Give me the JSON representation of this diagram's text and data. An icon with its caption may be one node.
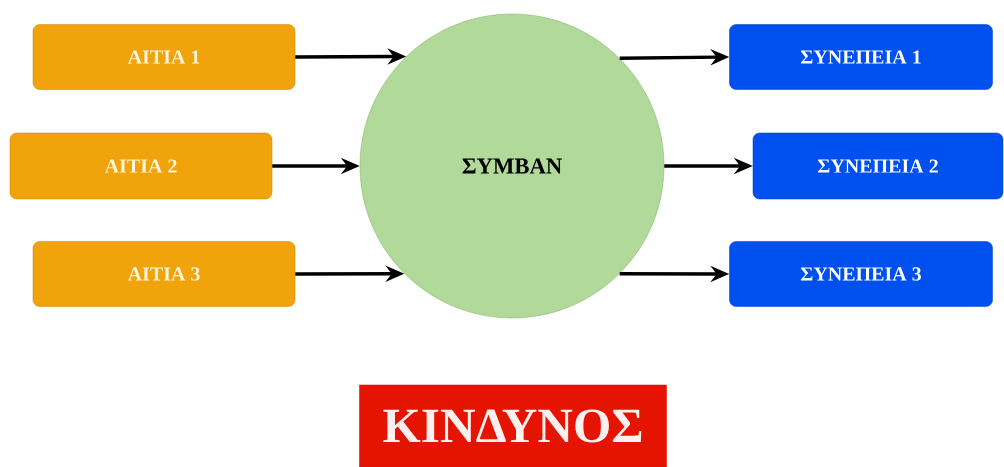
{
  "diagram": {
    "nodes": [
      {
        "text": [
          "ΑΙΤΙΑ 1"
        ]
      },
      {
        "text": [
          "ΑΙΤΙΑ 2"
        ]
      },
      {
        "text": [
          "ΑΙΤΙΑ 3"
        ]
      },
      {
        "text": [
          "ΣΥΜΒΑΝ"
        ]
      },
      {
        "text": [
          "ΣΥΝΕΠΕΙΑ 1"
        ]
      },
      {
        "text": [
          "ΣΥΝΕΠΕΙΑ 2"
        ]
      },
      {
        "text": [
          "ΣΥΝΕΠΕΙΑ 3"
        ]
      },
      {
        "text": [
          "ΚΙΝΔΥΝΟΣ"
        ]
      }
    ],
    "edges": [
      {
        "from": 0,
        "to": 3,
        "arrow": "to"
      },
      {
        "from": 1,
        "to": 3,
        "arrow": "to"
      },
      {
        "from": 2,
        "to": 3,
        "arrow": "to"
      },
      {
        "from": 3,
        "to": 4,
        "arrow": "to"
      },
      {
        "from": 3,
        "to": 5,
        "arrow": "to"
      },
      {
        "from": 3,
        "to": 6,
        "arrow": "to"
      }
    ]
  }
}
